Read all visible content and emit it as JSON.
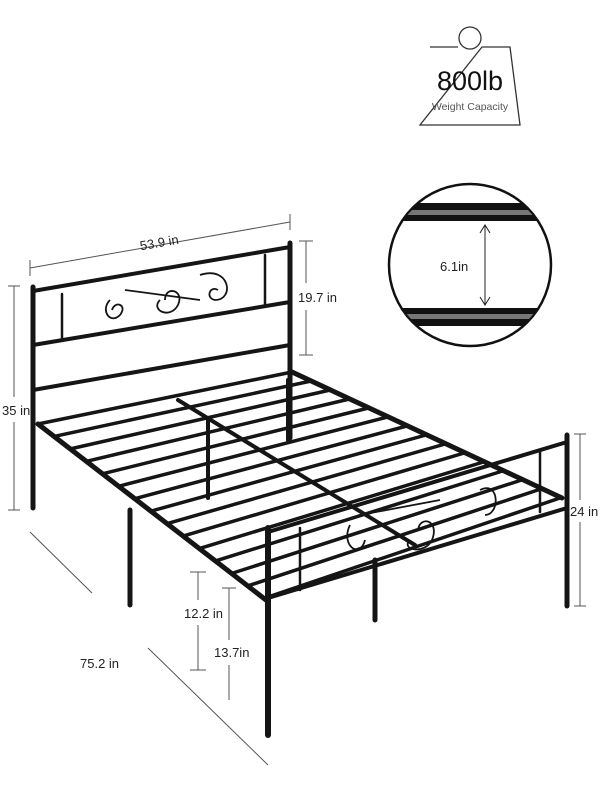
{
  "badge": {
    "value": "800lb",
    "caption": "Weight Capacity"
  },
  "detail": {
    "gap_label": "6.1in"
  },
  "dimensions": {
    "width": "53.9 in",
    "headboard_height": "19.7 in",
    "total_height": "35 in",
    "footboard_height": "24 in",
    "under_bed_clearance": "12.2 in",
    "rail_height": "13.7in",
    "length": "75.2 in"
  },
  "colors": {
    "frame": "#151515",
    "dimension_line": "#555555"
  }
}
